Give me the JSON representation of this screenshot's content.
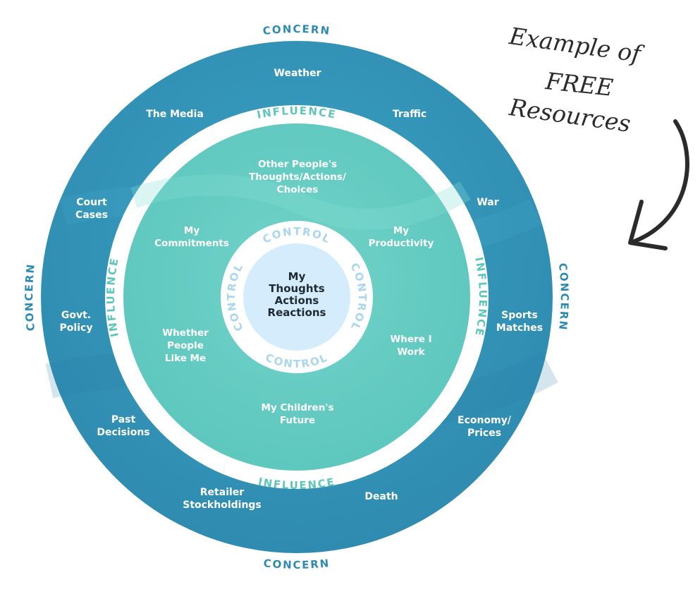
{
  "diagram": {
    "concern_label": "CONCERN",
    "influence_label": "INFLUENCE",
    "control_label": "CONTROL",
    "core_text": "My\nThoughts\nActions\nReactions",
    "concern_items": [
      "Weather",
      "Traffic",
      "War",
      "Sports\nMatches",
      "Economy/\nPrices",
      "Death",
      "Retailer\nStockholdings",
      "Past\nDecisions",
      "Govt.\nPolicy",
      "Court\nCases",
      "The Media"
    ],
    "influence_items": [
      "Other People's\nThoughts/Actions/\nChoices",
      "My\nProductivity",
      "Where I\nWork",
      "My Children's\nFuture",
      "Whether\nPeople\nLike Me",
      "My\nCommitments"
    ],
    "colors": {
      "concern": "#2f8bb0",
      "concern_light": "#3aa1c2",
      "influence": "#5cc6bd",
      "influence_light": "#72d3c9",
      "control": "#d4ecfb",
      "label": "#2e8ab0"
    }
  },
  "annotation": {
    "lines": [
      "Example of",
      "FREE",
      "Resources"
    ],
    "arrow_icon": "curved-arrow-icon"
  }
}
